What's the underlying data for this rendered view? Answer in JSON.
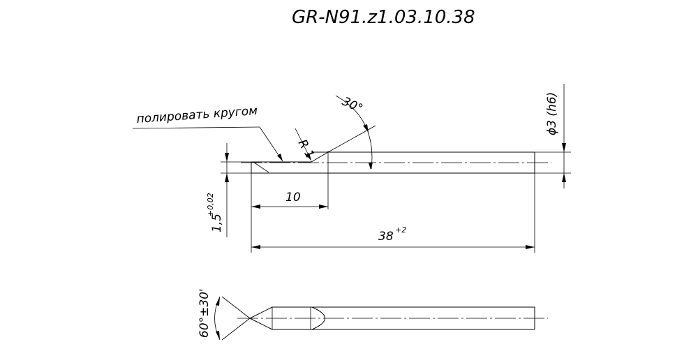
{
  "title": "GR-N91.z1.03.10.38",
  "annotations": {
    "surface_note": "полировать кругом",
    "radius": "R 1",
    "tip_angle": "30°",
    "diameter": "ϕ3 (h6)",
    "length_tip": "10",
    "length_total": "38",
    "length_total_tol": "+2",
    "thickness": "1,5",
    "thickness_tol": "+0,02",
    "point_angle": "60°±30'"
  }
}
